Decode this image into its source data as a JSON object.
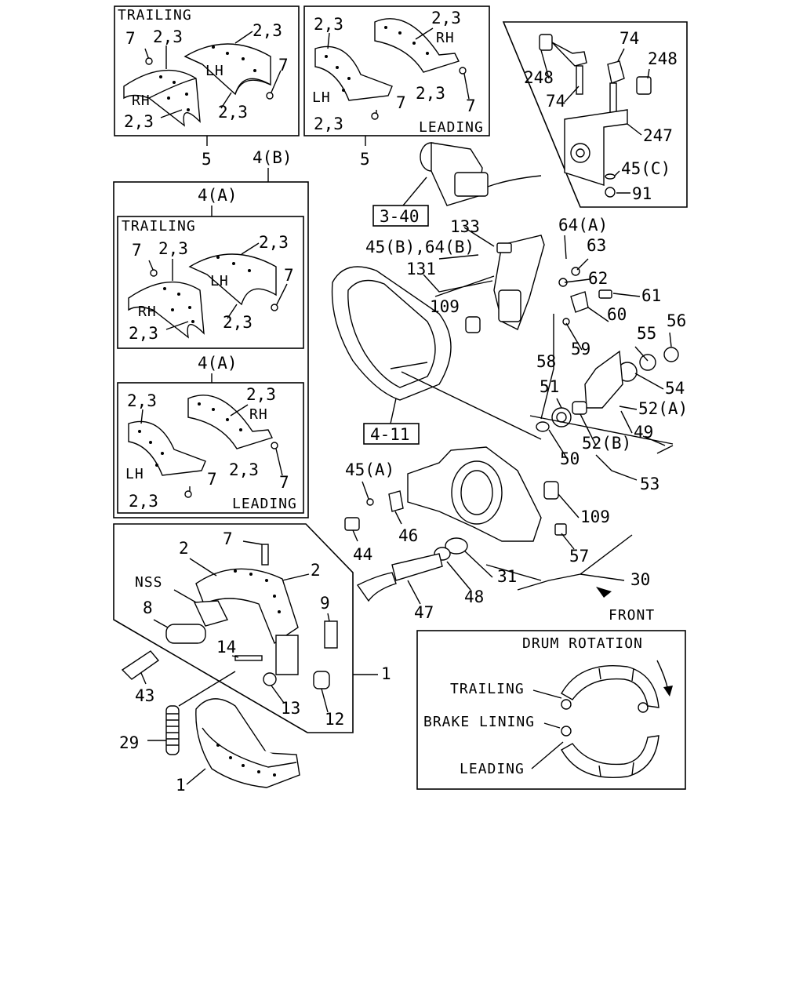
{
  "panels": {
    "top_left": {
      "title": "TRAILING",
      "labels": [
        "7",
        "2,3",
        "2,3",
        "LH",
        "7",
        "RH",
        "2,3",
        "2,3"
      ]
    },
    "top_mid": {
      "title": "LEADING",
      "labels": [
        "2,3",
        "2,3",
        "RH",
        "LH",
        "2,3",
        "7",
        "2,3",
        "7"
      ]
    },
    "top_right": {
      "labels": [
        "74",
        "248",
        "248",
        "74",
        "247",
        "45(C)",
        "91"
      ]
    },
    "group_4b": {
      "label": "4(B)"
    },
    "group_4a_trailing": {
      "header": "4(A)",
      "title": "TRAILING",
      "labels": [
        "7",
        "2,3",
        "2,3",
        "LH",
        "7",
        "RH",
        "2,3",
        "2,3"
      ]
    },
    "group_4a_leading": {
      "header": "4(A)",
      "title": "LEADING",
      "labels": [
        "2,3",
        "2,3",
        "RH",
        "LH",
        "2,3",
        "7",
        "2,3",
        "7"
      ]
    }
  },
  "part_labels": {
    "p5a": "5",
    "p5b": "5",
    "p340": "3-40",
    "p411": "4-11",
    "p133": "133",
    "p45b64b": "45(B),64(B)",
    "p64a": "64(A)",
    "p63": "63",
    "p62": "62",
    "p61": "61",
    "p131": "131",
    "p109a": "109",
    "p60": "60",
    "p59": "59",
    "p58": "58",
    "p55": "55",
    "p56": "56",
    "p54": "54",
    "p51": "51",
    "p52a": "52(A)",
    "p49": "49",
    "p52b": "52(B)",
    "p50": "50",
    "p53": "53",
    "p45a": "45(A)",
    "p46": "46",
    "p44": "44",
    "p109b": "109",
    "p57": "57",
    "p31": "31",
    "p30": "30",
    "p48": "48",
    "p47": "47",
    "front": "FRONT",
    "p7": "7",
    "p2a": "2",
    "p2b": "2",
    "nss": "NSS",
    "p8": "8",
    "p9": "9",
    "p14": "14",
    "p1a": "1",
    "p43": "43",
    "p13": "13",
    "p12": "12",
    "p29": "29",
    "p1b": "1"
  },
  "legend": {
    "title": "DRUM ROTATION",
    "trailing": "TRAILING",
    "brake_lining": "BRAKE LINING",
    "leading": "LEADING"
  }
}
